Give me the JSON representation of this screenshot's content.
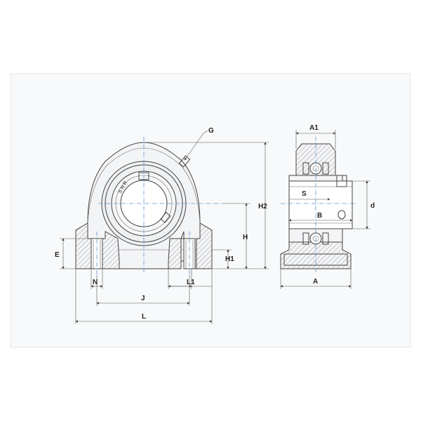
{
  "colors": {
    "background": "#ffffff",
    "panel": "#f8f9fa",
    "outline": "#444444",
    "centerline": "#5a8fd6"
  },
  "labels": {
    "G": "G",
    "H2": "H2",
    "H": "H",
    "H1": "H1",
    "E": "E",
    "N": "N",
    "L1": "L1",
    "J": "J",
    "L": "L",
    "A1": "A1",
    "S": "S",
    "B": "B",
    "d": "d",
    "A": "A"
  },
  "brand_mark": "SNR"
}
